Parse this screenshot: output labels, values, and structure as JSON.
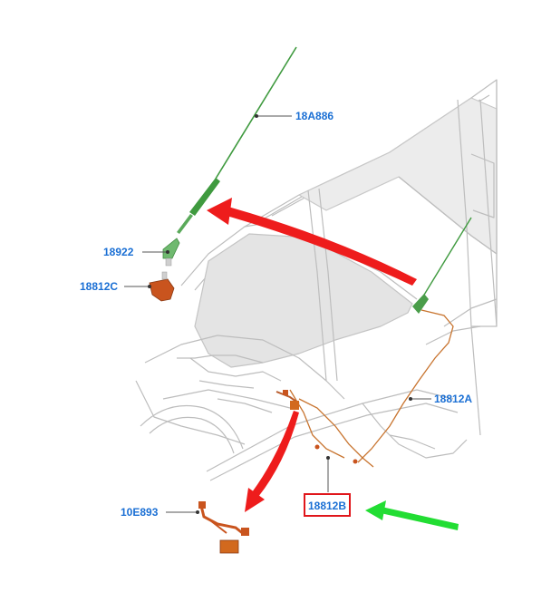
{
  "colors": {
    "label": "#1a6fd4",
    "callout_box": "#e0161b",
    "red_arrow": "#ee1c1c",
    "green_arrow": "#22dd33",
    "antenna": "#3f9a3f",
    "connector": "#c9541e",
    "harness": "#c8742f",
    "body_line": "#b9b9b9",
    "glass": "#d9d9d9"
  },
  "labels": {
    "antenna_mast": "18A886",
    "antenna_base": "18922",
    "antenna_cable_connector": "18812C",
    "antenna_cable": "18812A",
    "cable_highlighted": "18812B",
    "harness_part": "10E893"
  },
  "icons": {
    "red_arrow_top": "arrow-left-icon",
    "red_arrow_down": "arrow-down-icon",
    "green_arrow": "arrow-left-icon"
  }
}
